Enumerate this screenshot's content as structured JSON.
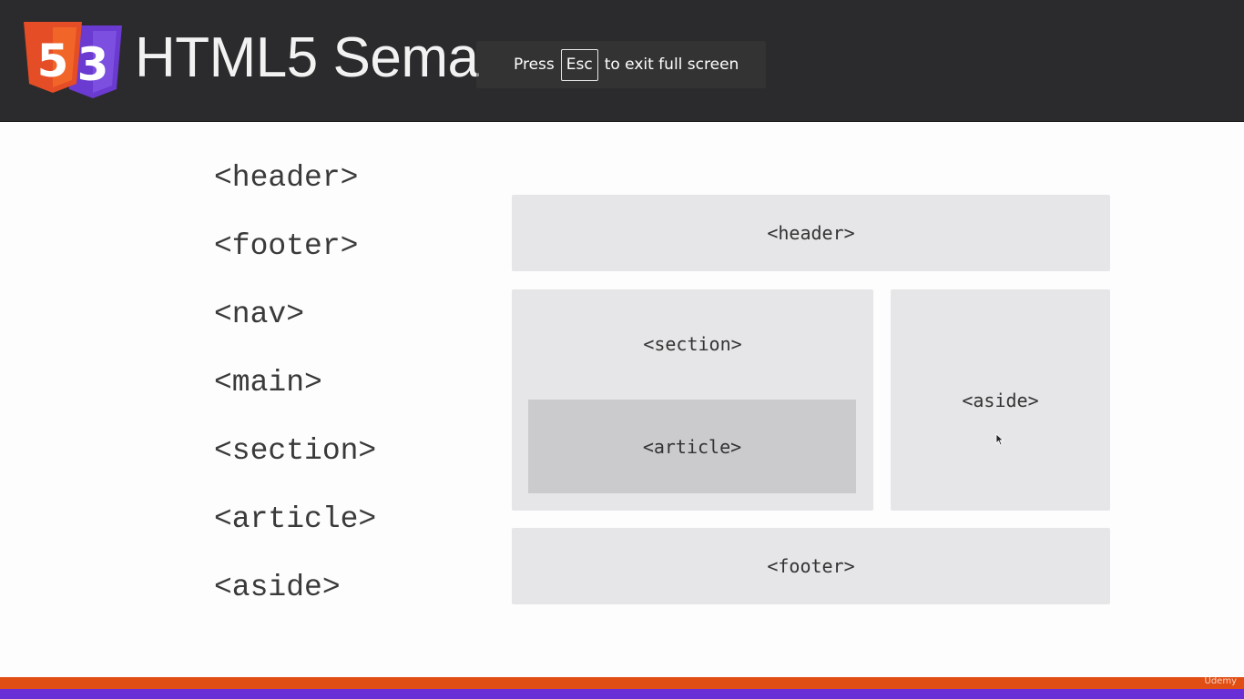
{
  "slide": {
    "title": "HTML5 Sema",
    "logo_icon": "html5-css3-logo-icon",
    "tags": [
      "<header>",
      "<footer>",
      "<nav>",
      "<main>",
      "<section>",
      "<article>",
      "<aside>"
    ],
    "diagram": {
      "header": "<header>",
      "section": "<section>",
      "article": "<article>",
      "aside": "<aside>",
      "footer": "<footer>"
    }
  },
  "fullscreen_notice": {
    "before": "Press",
    "key": "Esc",
    "after": "to exit full screen"
  },
  "colors": {
    "title_bar": "#2b2a2c",
    "box": "#e6e5e7",
    "article_box": "#cbcacc",
    "stripe_orange": "#e04e14",
    "stripe_purple": "#6a2ed6",
    "html5_orange": "#e44d26",
    "css3_purple": "#6a3ad1"
  },
  "watermark": "Udemy"
}
